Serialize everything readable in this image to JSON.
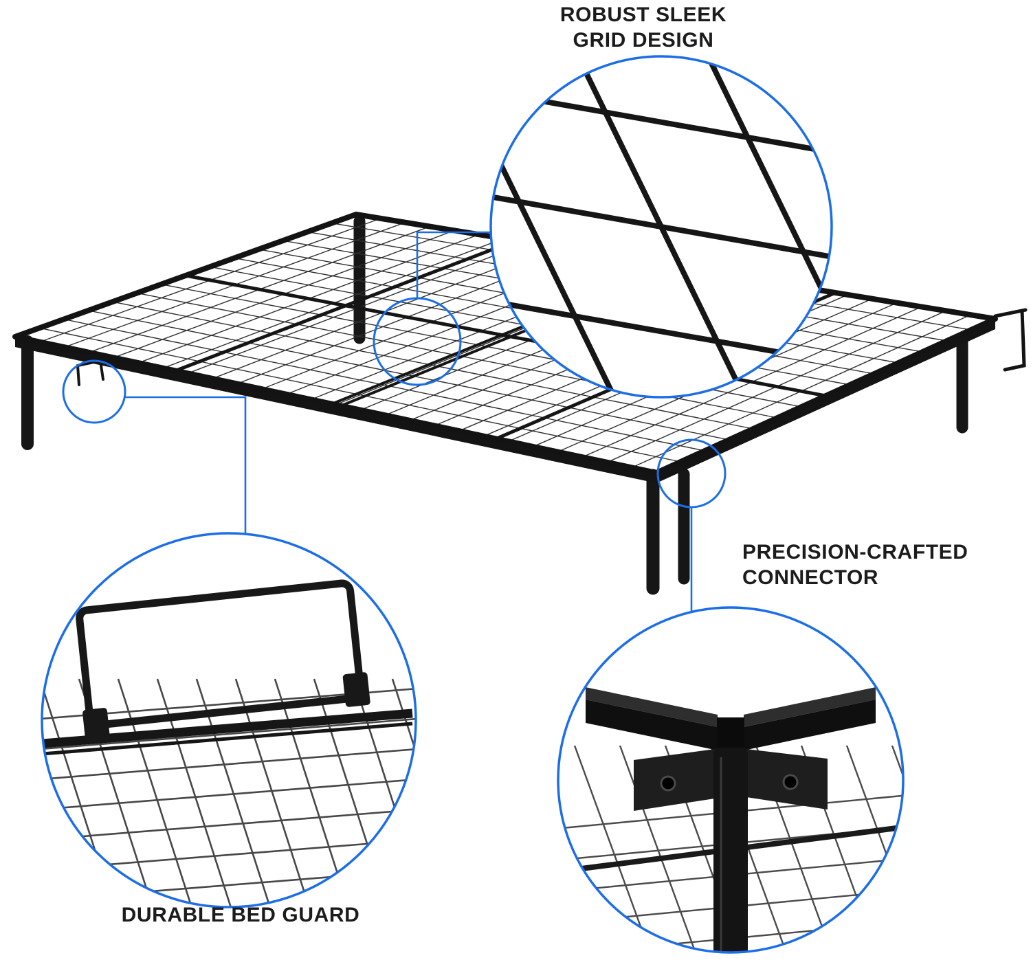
{
  "callouts": {
    "grid_design": {
      "line1": "ROBUST SLEEK",
      "line2": "GRID DESIGN"
    },
    "connector": {
      "line1": "PRECISION-CRAFTED",
      "line2": "CONNECTOR"
    },
    "bed_guard": {
      "label": "DURABLE BED GUARD"
    }
  },
  "colors": {
    "accent_blue": "#1c6ee8",
    "line_black": "#161616",
    "background": "#ffffff"
  },
  "subject": {
    "name": "metal platform bed frame with wire grid",
    "markers": [
      "bed-guard-marker",
      "grid-marker",
      "connector-marker"
    ]
  }
}
